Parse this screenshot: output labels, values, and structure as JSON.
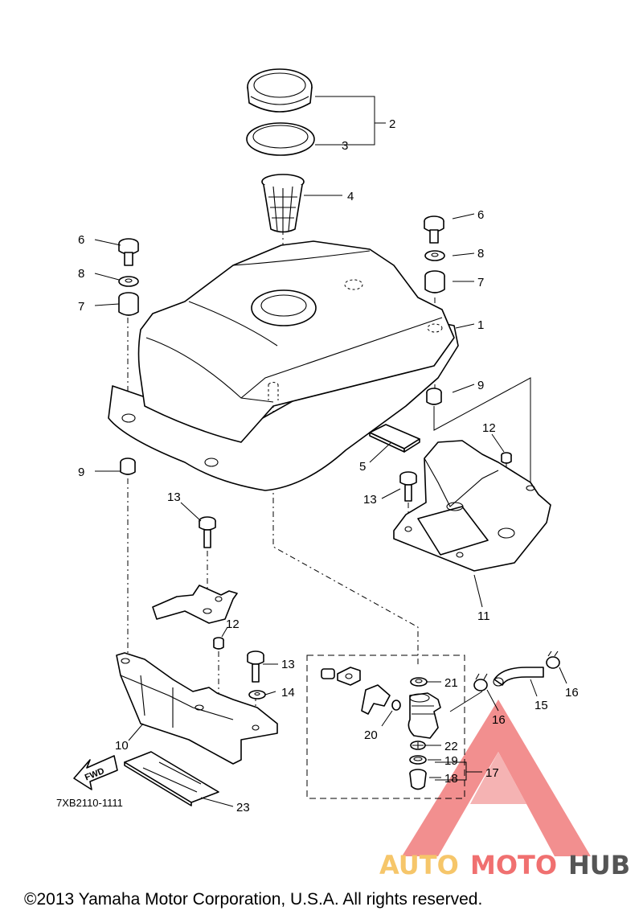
{
  "diagram": {
    "callouts": [
      "1",
      "2",
      "3",
      "4",
      "5",
      "6",
      "6",
      "7",
      "7",
      "8",
      "8",
      "9",
      "9",
      "10",
      "11",
      "12",
      "12",
      "13",
      "13",
      "13",
      "14",
      "15",
      "16",
      "16",
      "17",
      "18",
      "19",
      "20",
      "21",
      "22",
      "23"
    ],
    "diagram_code": "7XB2110-1111",
    "fwd_label": "FWD",
    "copyright": "©2013 Yamaha Motor Corporation, U.S.A. All rights reserved."
  },
  "watermark": {
    "part1": "AUTO",
    "part2": "MOTO",
    "part3": "HUB",
    "colors": {
      "auto": "#f6c66a",
      "moto": "#f07070",
      "hub": "#555555",
      "triangle": "#ee6a6a"
    }
  }
}
